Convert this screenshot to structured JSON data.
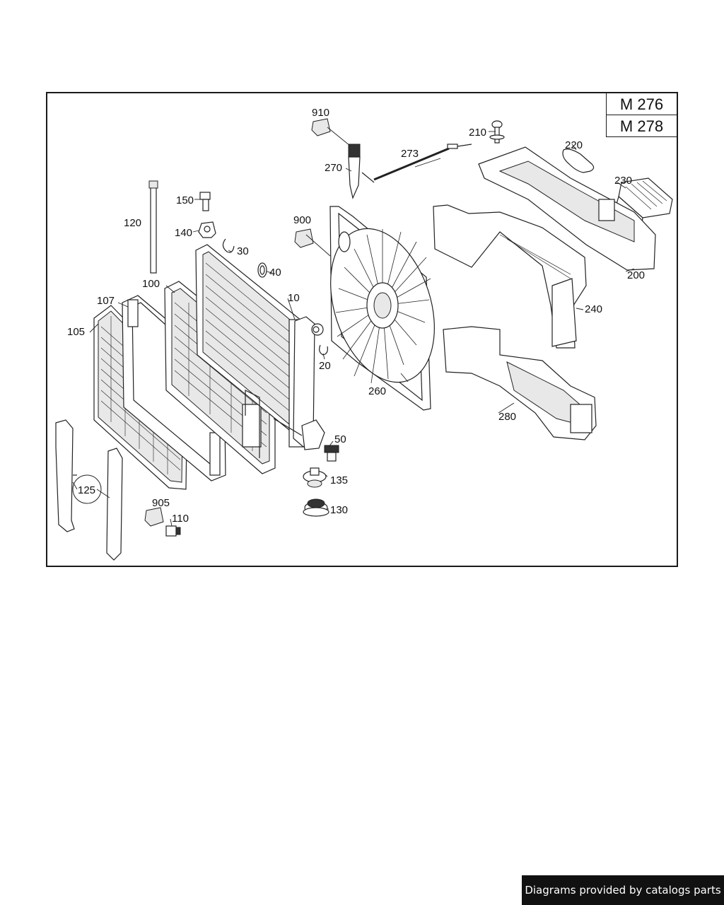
{
  "engine_codes": [
    "M 276",
    "M 278"
  ],
  "labels": {
    "p910": "910",
    "p210": "210",
    "p273": "273",
    "p220": "220",
    "p270": "270",
    "p230": "230",
    "p150": "150",
    "p120": "120",
    "p900": "900",
    "p140": "140",
    "p30": "30",
    "p200": "200",
    "p40": "40",
    "p100": "100",
    "p107": "107",
    "p10": "10",
    "p240": "240",
    "p105": "105",
    "p20": "20",
    "p260": "260",
    "p280": "280",
    "p50": "50",
    "p135": "135",
    "p125": "125",
    "p905": "905",
    "p110": "110",
    "p130": "130"
  },
  "footer": {
    "text": "Diagrams provided by catalogs parts"
  }
}
